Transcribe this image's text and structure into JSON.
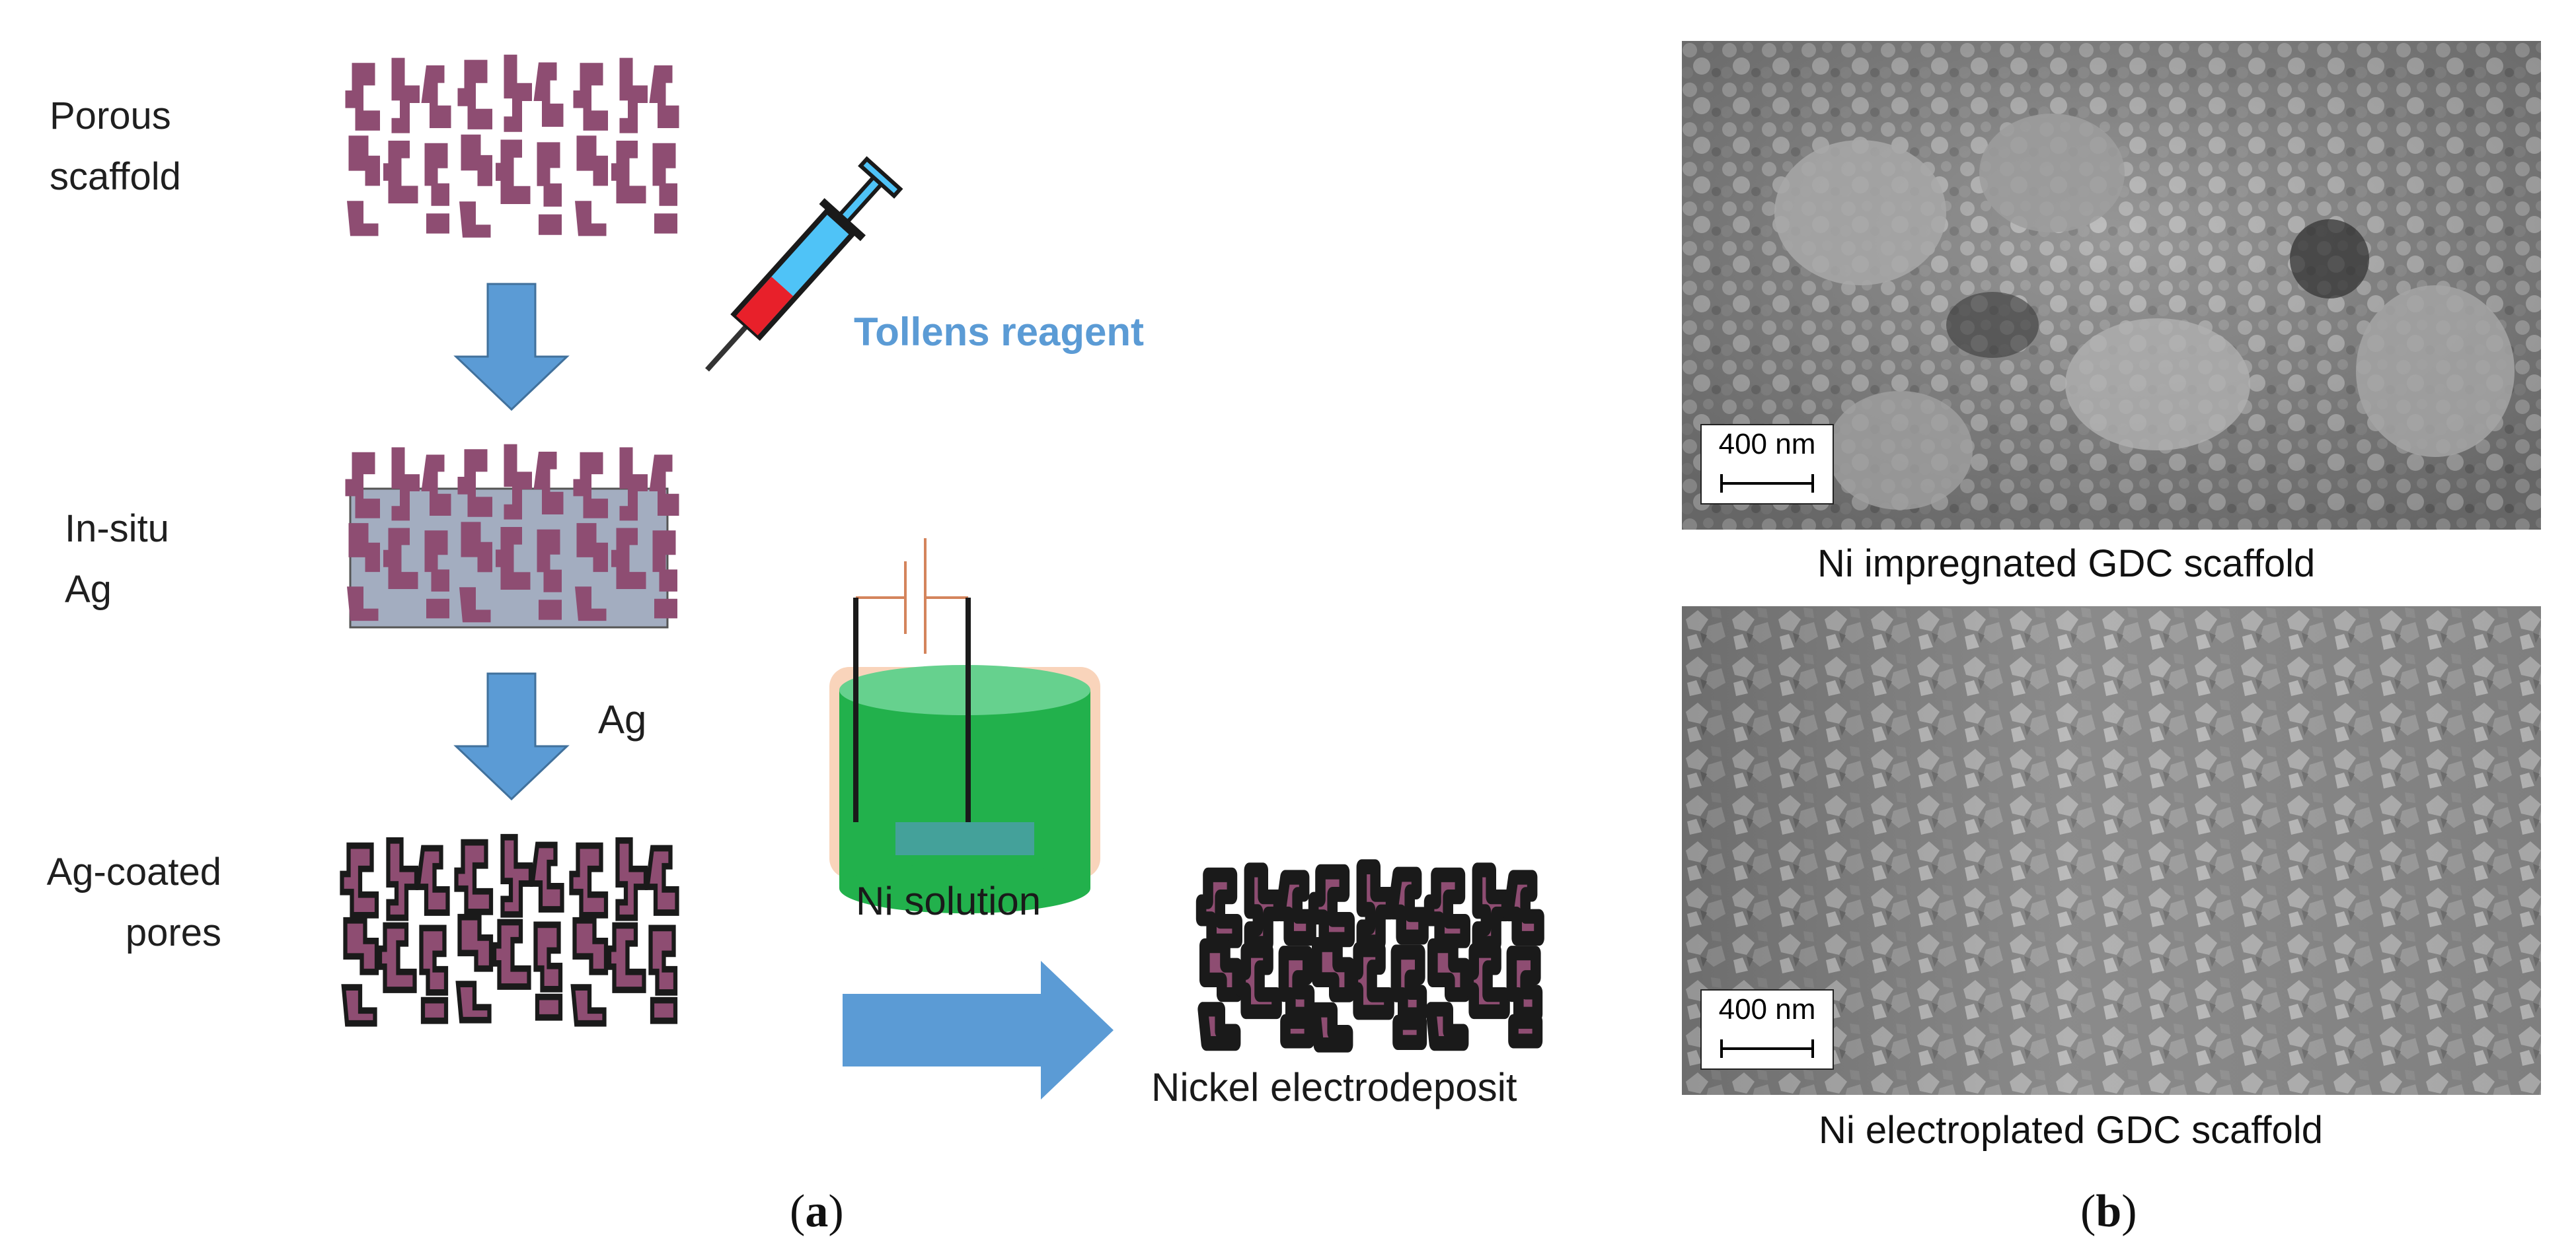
{
  "panel_a": {
    "steps": [
      {
        "label_line1": "Porous",
        "label_line2": "scaffold"
      },
      {
        "label_line1": "In-situ",
        "label_line2": "Ag"
      },
      {
        "label_line1": "Ag-coated",
        "label_line2": "pores"
      }
    ],
    "reagent_label": "Tollens reagent",
    "arrow_label": "Ag",
    "cell_label": "Ni solution",
    "result_label": "Nickel electrodeposit",
    "panel_tag_open": "(",
    "panel_tag_letter": "a",
    "panel_tag_close": ")"
  },
  "panel_b": {
    "images": [
      {
        "scale_bar": "400 nm",
        "caption": "Ni impregnated GDC scaffold"
      },
      {
        "scale_bar": "400 nm",
        "caption": "Ni electroplated GDC scaffold"
      }
    ],
    "panel_tag_open": "(",
    "panel_tag_letter": "b",
    "panel_tag_close": ")"
  },
  "colors": {
    "scaffold": "#8e4d72",
    "arrow": "#5b9bd5",
    "silver_fill": "#a3adc0",
    "cell_green": "#22b14c",
    "cell_glow": "#f4b183",
    "electrode": "#1a1a1a"
  }
}
